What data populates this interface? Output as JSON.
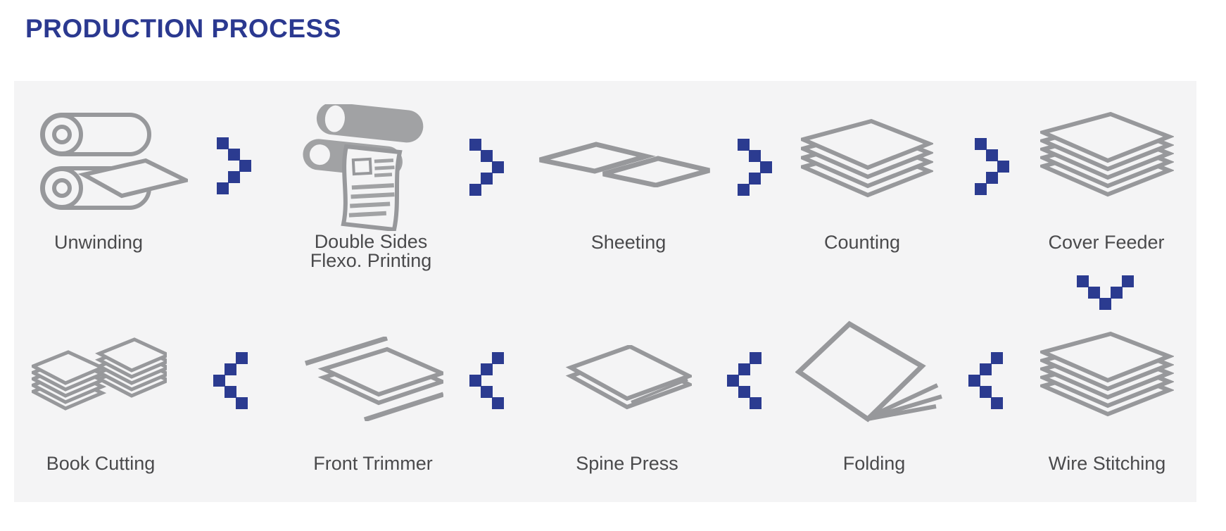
{
  "title": "PRODUCTION PROCESS",
  "colors": {
    "accent_blue": "#2B3990",
    "arrow_blue": "#2B3B90",
    "icon_gray": "#97989B",
    "icon_fill_gray": "#A1A2A4",
    "label_gray": "#4A4A4C",
    "panel_background": "#F4F4F5"
  },
  "steps": {
    "row1": [
      {
        "label": "Unwinding",
        "icon": "unwinding-icon"
      },
      {
        "label": "Double Sides Flexo. Printing",
        "label_line1": "Double Sides",
        "label_line2": "Flexo. Printing",
        "icon": "flexo-printing-icon"
      },
      {
        "label": "Sheeting",
        "icon": "sheeting-icon"
      },
      {
        "label": "Counting",
        "icon": "counting-icon"
      },
      {
        "label": "Cover Feeder",
        "icon": "cover-feeder-icon"
      }
    ],
    "row2": [
      {
        "label": "Book Cutting",
        "icon": "book-cutting-icon"
      },
      {
        "label": "Front Trimmer",
        "icon": "front-trimmer-icon"
      },
      {
        "label": "Spine Press",
        "icon": "spine-press-icon"
      },
      {
        "label": "Folding",
        "icon": "folding-icon"
      },
      {
        "label": "Wire Stitching",
        "icon": "wire-stitching-icon"
      }
    ]
  },
  "flow_order": [
    "Unwinding",
    "Double Sides Flexo. Printing",
    "Sheeting",
    "Counting",
    "Cover Feeder",
    "Wire Stitching",
    "Folding",
    "Spine Press",
    "Front Trimmer",
    "Book Cutting"
  ]
}
